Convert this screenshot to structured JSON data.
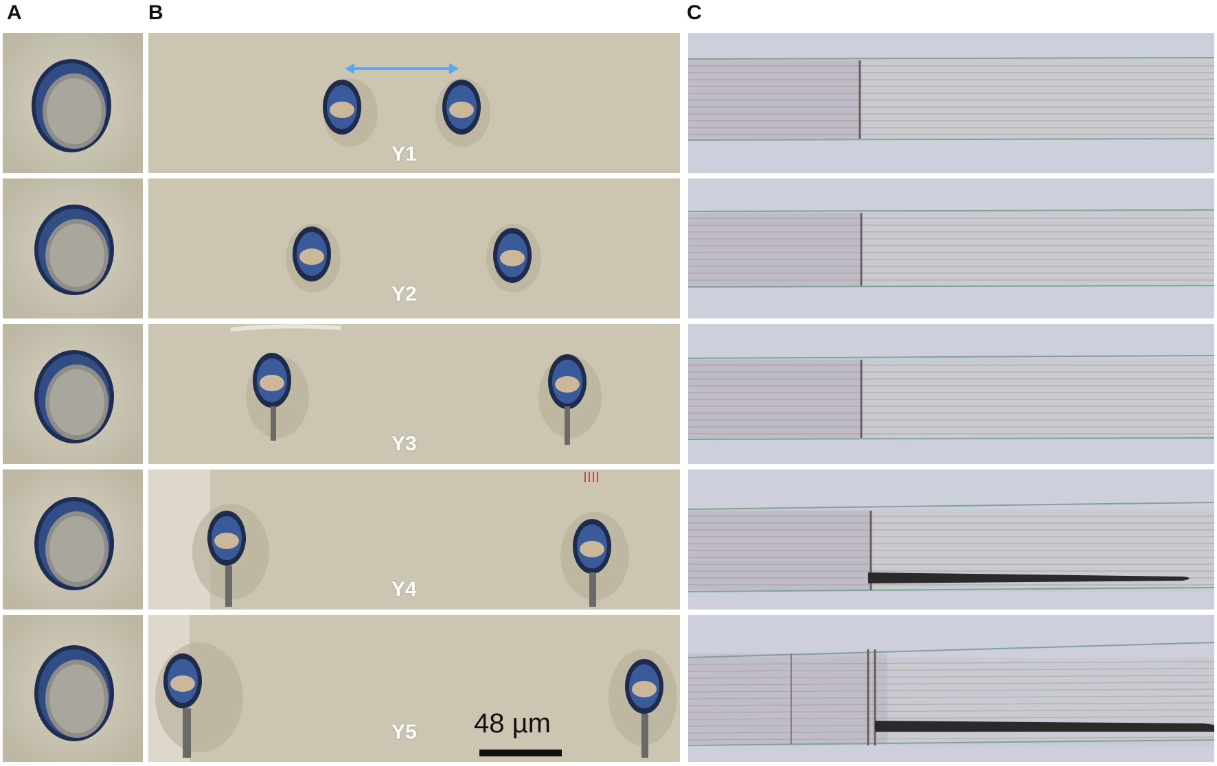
{
  "panel_labels": {
    "a": "A",
    "b": "B",
    "c": "C"
  },
  "rows": [
    {
      "label": "Y1"
    },
    {
      "label": "Y2"
    },
    {
      "label": "Y3"
    },
    {
      "label": "Y4"
    },
    {
      "label": "Y5"
    }
  ],
  "scale_bar": {
    "text": "48 µm"
  },
  "colors": {
    "panel_bg": "#cbc5b2",
    "fiber_bg": "#cdd0dc",
    "hole_blue": "#3a5a9a",
    "arrow": "#5aa8e8"
  }
}
